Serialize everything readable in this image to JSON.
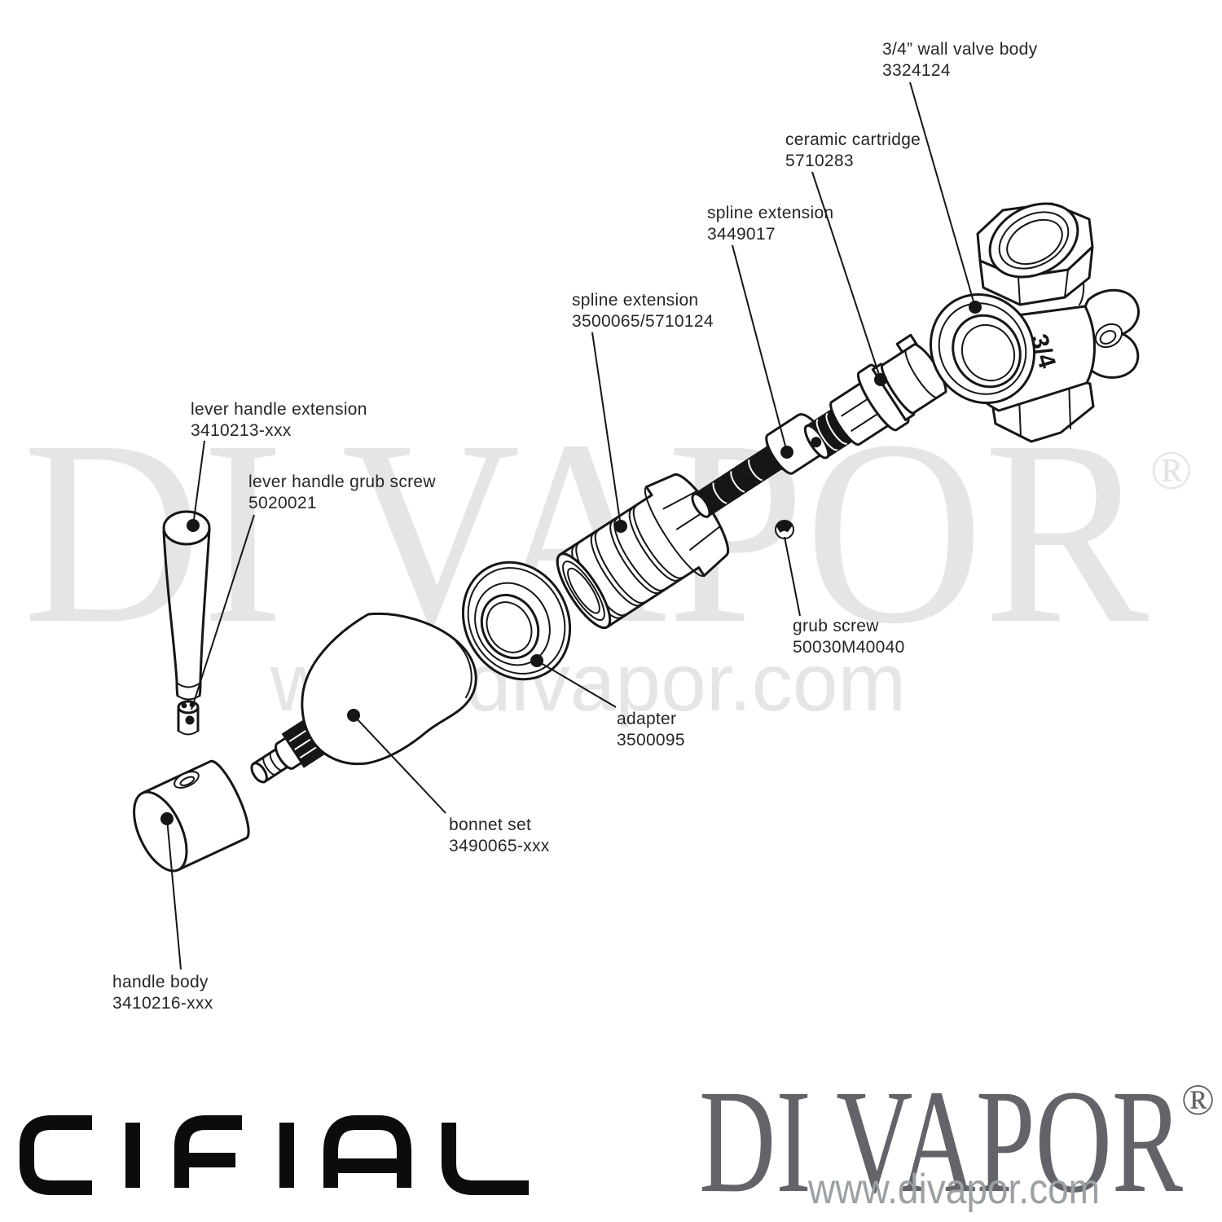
{
  "watermark": {
    "brand": "DI VAPOR",
    "registered": "®",
    "url": "www.divapor.com",
    "color": "#e4e5e6"
  },
  "footer": {
    "logo": "CIFIAL",
    "brand": "DI VAPOR",
    "registered": "®",
    "url": "www.divapor.com",
    "brand_color": "#63636a",
    "url_color": "#9aa0a4"
  },
  "diagram": {
    "valve_marking": "3/4"
  },
  "parts": [
    {
      "name": "3/4” wall valve body",
      "number": "3324124"
    },
    {
      "name": "ceramic cartridge",
      "number": "5710283"
    },
    {
      "name": "spline extension",
      "number": "3449017"
    },
    {
      "name": "spline extension",
      "number": "3500065/5710124"
    },
    {
      "name": "lever handle extension",
      "number": "3410213-xxx"
    },
    {
      "name": "lever handle grub screw",
      "number": "5020021"
    },
    {
      "name": "grub screw",
      "number": "50030M40040"
    },
    {
      "name": "adapter",
      "number": "3500095"
    },
    {
      "name": "bonnet set",
      "number": "3490065-xxx"
    },
    {
      "name": "handle body",
      "number": "3410216-xxx"
    }
  ]
}
